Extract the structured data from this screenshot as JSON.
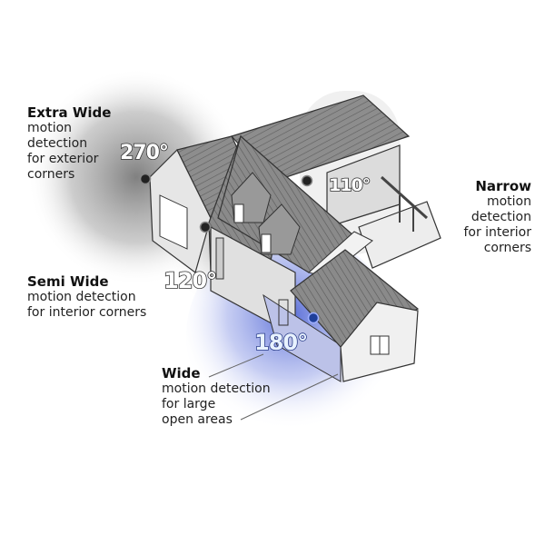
{
  "labels": {
    "extra_wide": {
      "title": "Extra Wide",
      "lines": [
        "motion",
        "detection",
        "for exterior",
        "corners"
      ],
      "angle": "270°"
    },
    "narrow": {
      "title": "Narrow",
      "lines": [
        "motion",
        "detection",
        "for interior",
        "corners"
      ],
      "angle": "110°"
    },
    "semi_wide": {
      "title": "Semi Wide",
      "lines": [
        "motion detection",
        "for interior corners"
      ],
      "angle": "120°"
    },
    "wide": {
      "title": "Wide",
      "lines": [
        "motion detection",
        "for large",
        "open areas"
      ],
      "angle": "180°"
    }
  },
  "colors": {
    "sensor_dark": "#222222",
    "sensor_blue": "#1f3f9a",
    "wide_glow": "#5a6fd6",
    "roof": "#8a8a8a"
  }
}
